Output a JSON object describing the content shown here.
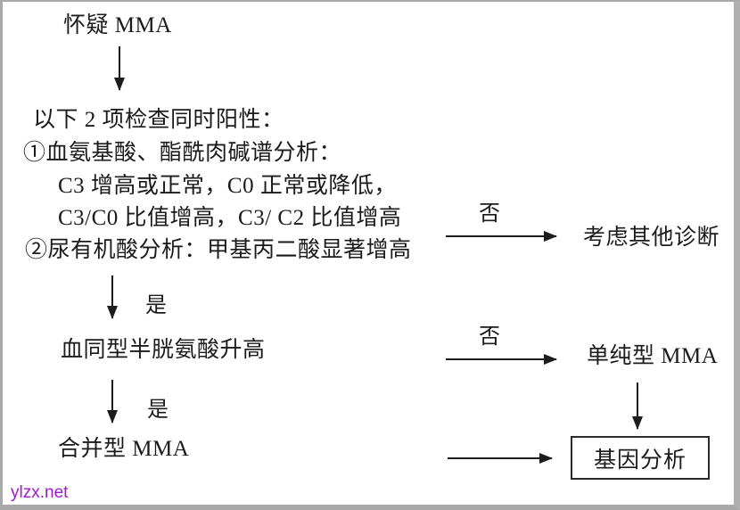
{
  "diagram": {
    "start_node": "怀疑 MMA",
    "criteria": {
      "line1": "以下 2 项检查同时阳性：",
      "line2": "①血氨基酸、酯酰肉碱谱分析：",
      "line3": "C3 增高或正常，C0 正常或降低，",
      "line4": "C3/C0 比值增高，C3/ C2 比值增高",
      "line5": "②尿有机酸分析：甲基丙二酸显著增高"
    },
    "labels": {
      "yes": "是",
      "no": "否"
    },
    "nodes": {
      "other_diagnosis": "考虑其他诊断",
      "homocysteine": "血同型半胱氨酸升高",
      "isolated_mma": "单纯型 MMA",
      "combined_mma": "合并型 MMA",
      "gene_analysis": "基因分析"
    },
    "watermark": "ylzx.net",
    "colors": {
      "text": "#1b1b1b",
      "arrow": "#1c1c1c",
      "box_border": "#2b2b2b",
      "watermark": "#a019c8",
      "frame": "#a9a9a9",
      "background": "#ffffff"
    }
  }
}
